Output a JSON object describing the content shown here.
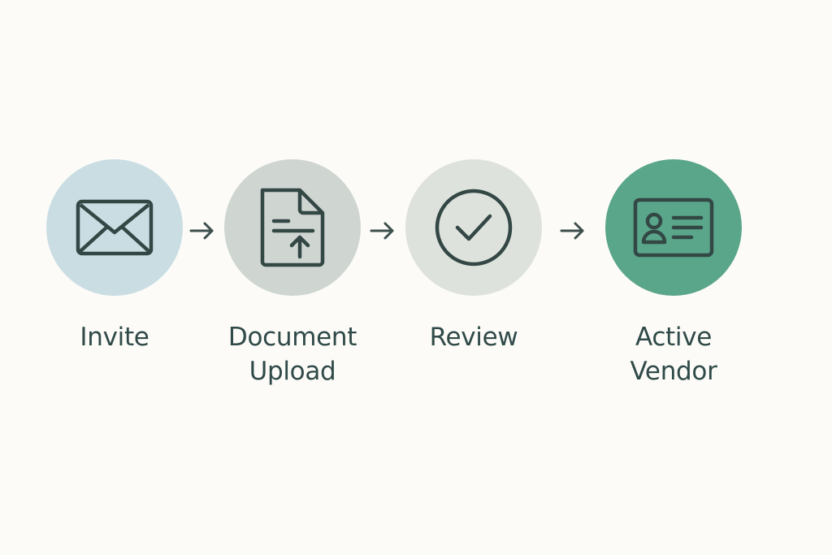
{
  "steps": [
    {
      "label": "Invite",
      "icon": "envelope-icon",
      "circle_color": "#c9dde3"
    },
    {
      "label": "Document\nUpload",
      "icon": "document-upload-icon",
      "circle_color": "#cfd5d1"
    },
    {
      "label": "Review",
      "icon": "checkmark-icon",
      "circle_color": "#dee2dd"
    },
    {
      "label": "Active\nVendor",
      "icon": "id-card-icon",
      "circle_color": "#5aa68a"
    }
  ],
  "colors": {
    "background": "#fcfbf7",
    "icon_stroke": "#334745",
    "label_text": "#2f4a48",
    "arrow": "#3c4f4d"
  }
}
